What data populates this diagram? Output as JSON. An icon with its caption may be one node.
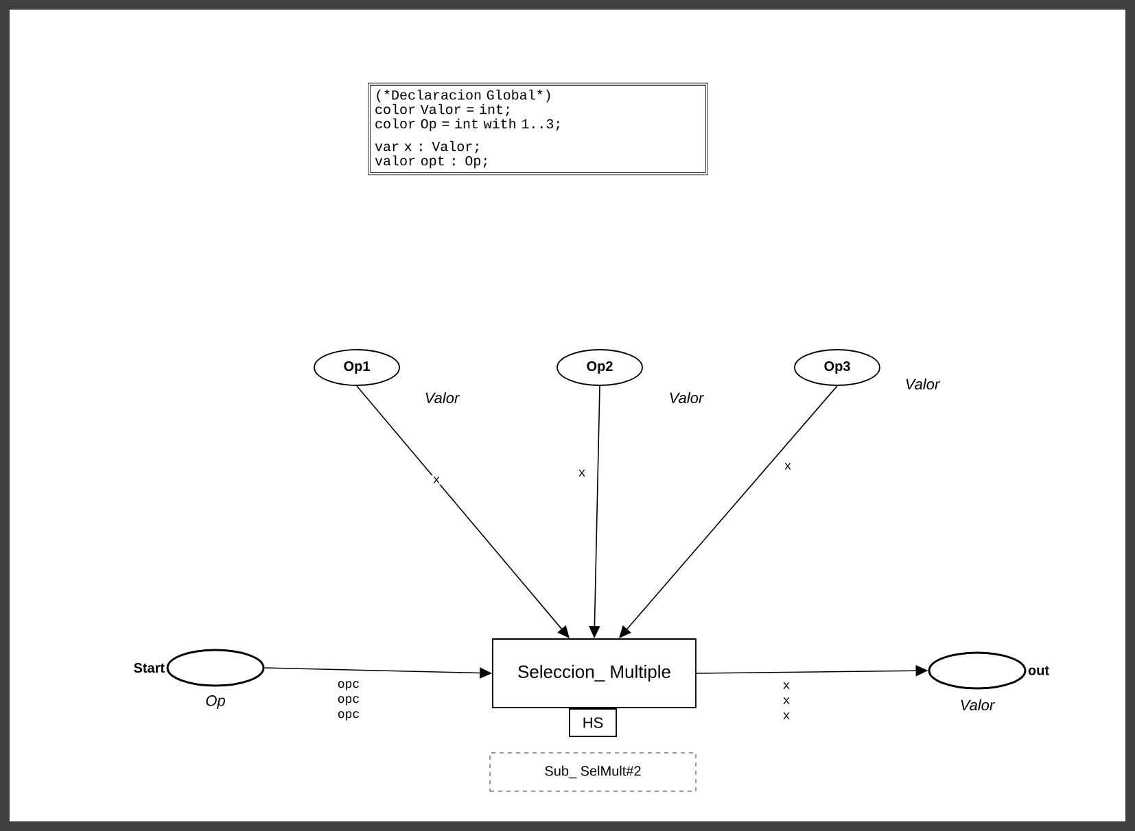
{
  "diagram": {
    "nodes": [
      {
        "text": [
          "(*Declaracion Global*)",
          "color Valor = int;",
          "color Op = int with 1..3;",
          "var x : Valor;",
          "valor opt : Op;"
        ]
      },
      {
        "text": [
          "Op1"
        ],
        "beside": [
          "Valor"
        ]
      },
      {
        "text": [
          "Op2"
        ],
        "beside": [
          "Valor"
        ]
      },
      {
        "text": [
          "Op3"
        ],
        "beside": [
          "Valor"
        ]
      },
      {
        "text": [
          "Start"
        ],
        "beside": [
          "Op"
        ]
      },
      {
        "text": [
          "Seleccion_ Multiple"
        ]
      },
      {
        "text": [
          "HS"
        ]
      },
      {
        "text": [
          "Sub_ SelMult#2"
        ]
      },
      {
        "text": [
          "out"
        ],
        "beside": [
          "Valor"
        ]
      }
    ],
    "edges": [
      {
        "from": 1,
        "to": 5,
        "arrow": "to",
        "label": "x"
      },
      {
        "from": 2,
        "to": 5,
        "arrow": "to",
        "label": "x"
      },
      {
        "from": 3,
        "to": 5,
        "arrow": "to",
        "label": "x"
      },
      {
        "from": 4,
        "to": 5,
        "arrow": "to",
        "label": "opc opc opc"
      },
      {
        "from": 5,
        "to": 8,
        "arrow": "to",
        "label": "x x x"
      }
    ]
  }
}
